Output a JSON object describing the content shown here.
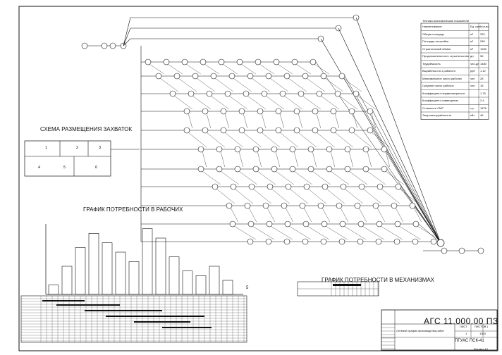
{
  "drawing": {
    "network_title": "",
    "placement_title": "СХЕМА РАЗМЕЩЕНИЯ ЗАХВАТОК",
    "workers_chart_title": "ГРАФИК ПОТРЕБНОСТИ В РАБОЧИХ",
    "mechanisms_chart_title": "ГРАФИК ПОТРЕБНОСТИ В МЕХАНИЗМАХ",
    "tech_indicators_title": "Технико-экономические показатели",
    "stamp_code": "АГС 11.000.00 ПЗ",
    "stamp_sheet": "ЛИСТ",
    "stamp_sheets": "ЛИСТОВ",
    "stamp_sheet_no": "1",
    "stamp_sheets_total": "1",
    "stamp_org": "ПГУАС ПСК-41",
    "stamp_right_code": "1300",
    "stamp_doc": "Сетевой график производства работ",
    "page_marker_right": "5",
    "bottom_corner_code": "Формат А1"
  },
  "placement_scheme": {
    "top_row": [
      "1",
      "2",
      "3"
    ],
    "bottom_row": [
      "4",
      "5",
      "6"
    ]
  },
  "workers_chart": {
    "chart_data": {
      "type": "bar",
      "title": "ГРАФИК ПОТРЕБНОСТИ В РАБОЧИХ",
      "xlabel": "",
      "ylabel": "",
      "values": [
        4,
        12,
        20,
        26,
        22,
        18,
        14,
        28,
        24,
        16,
        10,
        8,
        12,
        6
      ],
      "ylim": [
        0,
        30
      ]
    }
  },
  "tech_table": {
    "header": [
      "Наименование",
      "Ед. изм.",
      "Кол-во"
    ],
    "rows": [
      [
        "Общая площадь",
        "м²",
        "320"
      ],
      [
        "Площадь застройки",
        "м²",
        "280"
      ],
      [
        "Строительный объём",
        "м³",
        "1260"
      ],
      [
        "Продолжительность строительства",
        "дн",
        "96"
      ],
      [
        "Трудоёмкость",
        "чел-дн",
        "1480"
      ],
      [
        "Выработка на 1 рабочего",
        "руб",
        "1.12"
      ],
      [
        "Максимальное число рабочих",
        "чел",
        "28"
      ],
      [
        "Среднее число рабочих",
        "чел",
        "16"
      ],
      [
        "Коэффициент неравномерности",
        "",
        "1.75"
      ],
      [
        "Коэффициент совмещения",
        "",
        "2.4"
      ],
      [
        "Стоимость СМР",
        "т.р.",
        "1876"
      ],
      [
        "Энерговооружённость",
        "кВт",
        "46"
      ]
    ]
  }
}
